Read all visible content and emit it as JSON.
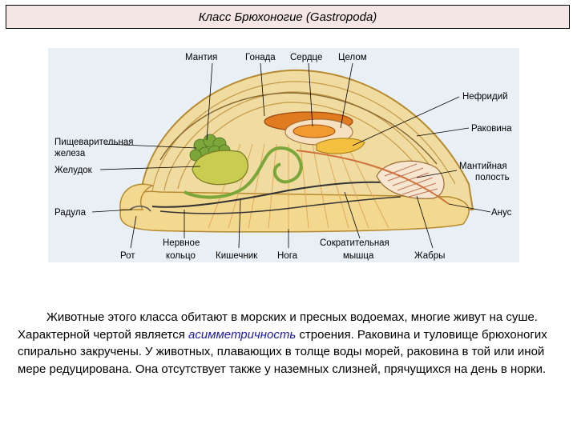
{
  "title": "Класс Брюхоногие (Gastropoda)",
  "labels": {
    "mantle": "Мантия",
    "gonad": "Гонада",
    "heart": "Сердце",
    "coelom": "Целом",
    "nephridium": "Нефридий",
    "shell": "Раковина",
    "digestive_gland_1": "Пищеварительная",
    "digestive_gland_2": "железа",
    "stomach": "Желудок",
    "mantle_cavity_1": "Мантийная",
    "mantle_cavity_2": "полость",
    "radula": "Радула",
    "anus": "Анус",
    "mouth": "Рот",
    "nerve_ring_1": "Нервное",
    "nerve_ring_2": "кольцо",
    "intestine": "Кишечник",
    "foot": "Нога",
    "contractile_muscle_1": "Сократительная",
    "contractile_muscle_2": "мышца",
    "gills": "Жабры"
  },
  "paragraph": {
    "part1": "Животные этого класса обитают в морских и пресных водоемах, многие живут на суше. Характерной чертой является ",
    "term": "асимметричность",
    "part2": " строения. Раковина и туловище брюхоногих спирально закручены. У животных, плавающих в толще воды морей, раковина в той или иной мере редуцирована. Она отсутствует также у наземных слизней, прячущихся на день в норки."
  },
  "colors": {
    "figure_bg": "#e8f0f6",
    "shell": "#f0dca0",
    "shell_stroke": "#b88a30",
    "foot": "#f3d890",
    "muscle": "#e7b870",
    "gland": "#7aa63a",
    "stomach": "#c8cc50",
    "gonad": "#e07b20",
    "heart": "#f09a30",
    "nephridium": "#f4c040",
    "gills": "#e8a878",
    "title_bg": "#f5e6e6",
    "term": "#1a1aa8"
  }
}
